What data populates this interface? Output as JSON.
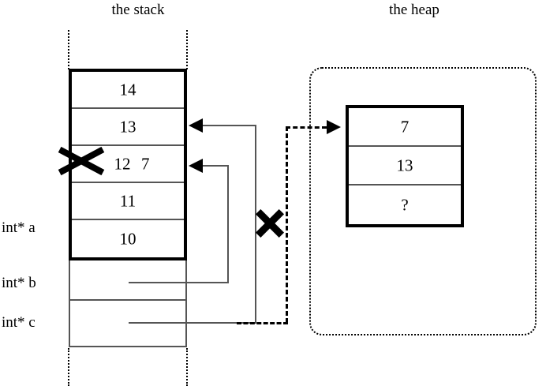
{
  "titles": {
    "stack": "the stack",
    "heap": "the heap"
  },
  "stack": {
    "cells": [
      {
        "value": "14",
        "struck": false,
        "extra": ""
      },
      {
        "value": "13",
        "struck": false,
        "extra": ""
      },
      {
        "value": "12",
        "struck": true,
        "extra": "7"
      },
      {
        "value": "11",
        "struck": false,
        "extra": ""
      },
      {
        "value": "10",
        "struck": false,
        "extra": ""
      }
    ],
    "pointer_labels": [
      {
        "label": "int* a"
      },
      {
        "label": "int* b"
      },
      {
        "label": "int* c"
      }
    ]
  },
  "heap": {
    "cells": [
      {
        "value": "7"
      },
      {
        "value": "13"
      },
      {
        "value": "?"
      }
    ]
  },
  "annotations": {
    "struck_pointer_note": "X",
    "struck_value_note": "X"
  },
  "colors": {
    "stroke": "#000000",
    "thin_stroke": "#555555",
    "background": "#ffffff"
  }
}
